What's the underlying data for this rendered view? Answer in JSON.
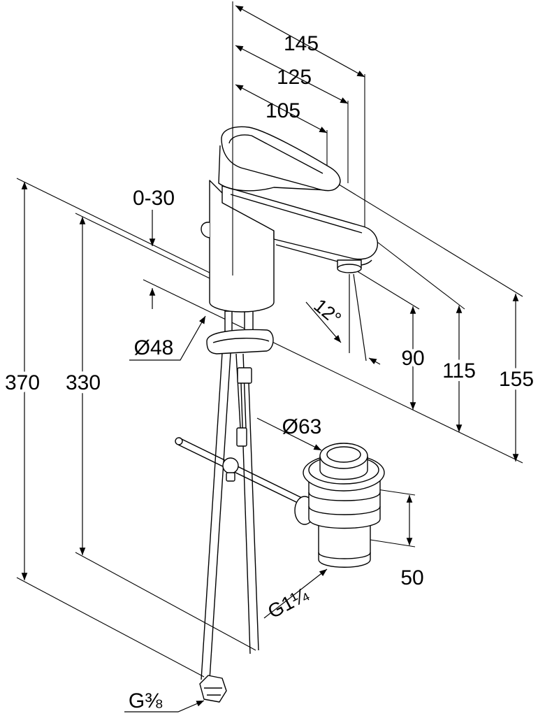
{
  "colors": {
    "stroke": "#000000",
    "background": "#ffffff"
  },
  "labels": {
    "dim_145": "145",
    "dim_125": "125",
    "dim_105": "105",
    "dim_0_30": "0-30",
    "angle_12": "12°",
    "dia_48": "Ø48",
    "dim_90": "90",
    "dim_115": "115",
    "dim_155": "155",
    "dim_370": "370",
    "dim_330": "330",
    "dia_63": "Ø63",
    "dim_50": "50",
    "thread_drain": "G1¼",
    "thread_supply": "G⅜"
  }
}
